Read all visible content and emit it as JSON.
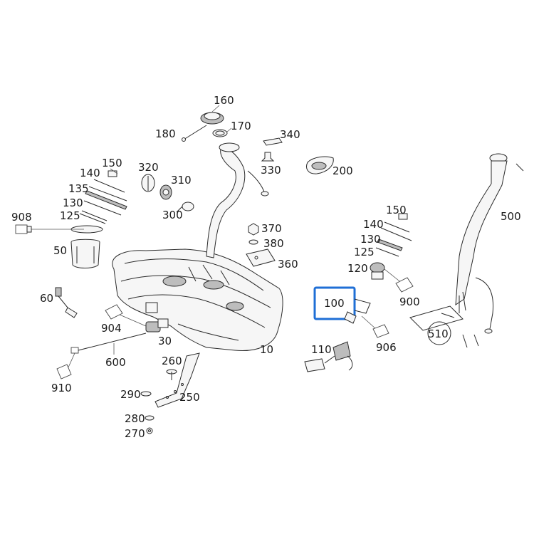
{
  "diagram": {
    "highlight_color": "#1f6fd6",
    "highlighted_part": "100",
    "callouts": {
      "p10": "10",
      "p30": "30",
      "p50": "50",
      "p60": "60",
      "p100": "100",
      "p110": "110",
      "p120": "120",
      "p125a": "125",
      "p125b": "125",
      "p130a": "130",
      "p130b": "130",
      "p135": "135",
      "p140a": "140",
      "p140b": "140",
      "p150a": "150",
      "p150b": "150",
      "p160": "160",
      "p170": "170",
      "p180": "180",
      "p200": "200",
      "p250": "250",
      "p260": "260",
      "p270": "270",
      "p280": "280",
      "p290": "290",
      "p300": "300",
      "p310": "310",
      "p320": "320",
      "p330": "330",
      "p340": "340",
      "p360": "360",
      "p370": "370",
      "p380": "380",
      "p500": "500",
      "p510": "510",
      "p600": "600",
      "p900": "900",
      "p904": "904",
      "p906": "906",
      "p908": "908",
      "p910": "910"
    }
  }
}
